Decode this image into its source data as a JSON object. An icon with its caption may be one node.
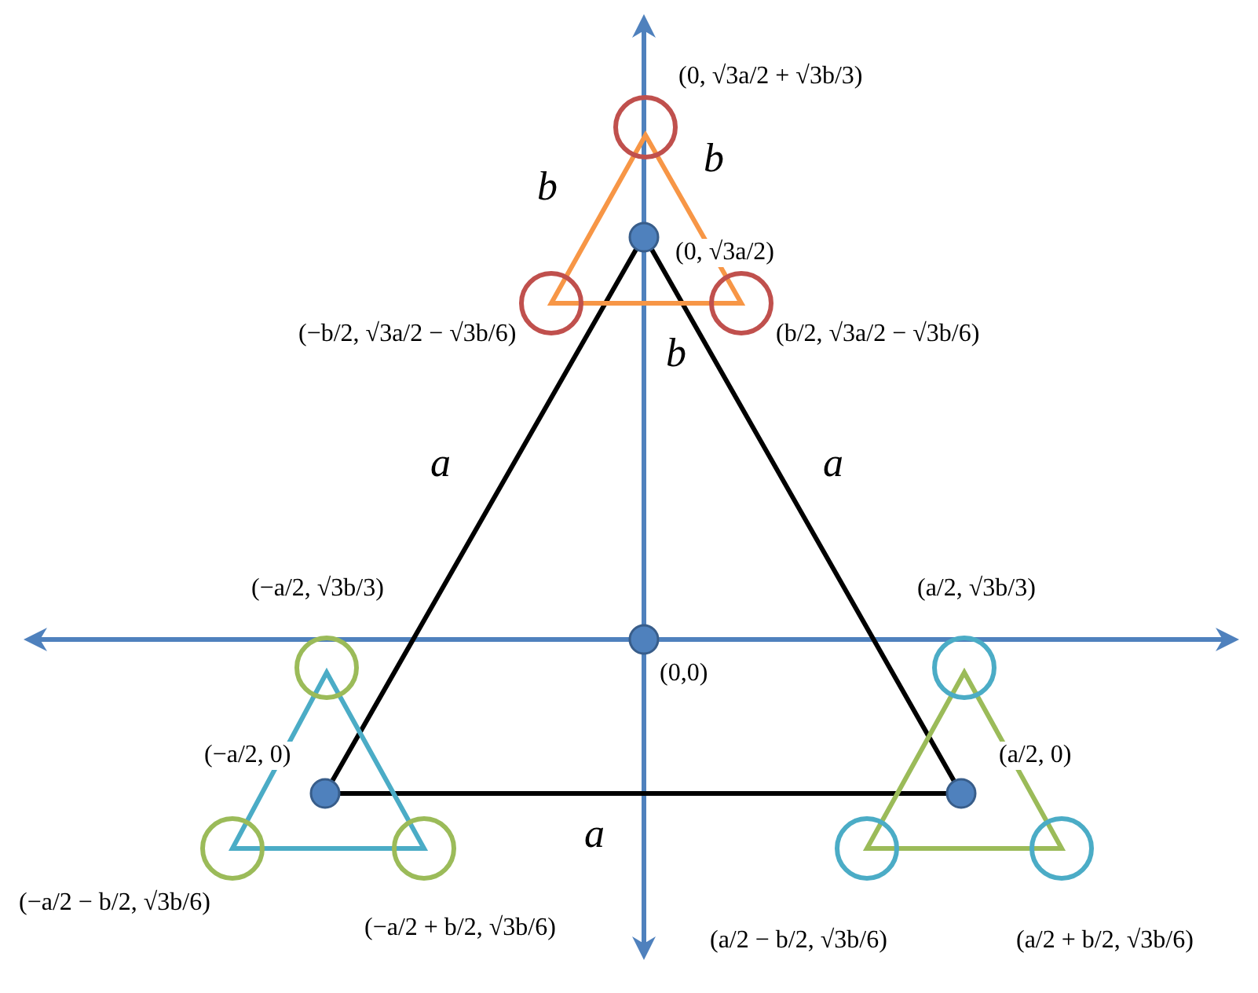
{
  "diagram": {
    "labels": [
      "(0, √3a/2 + √3b/3)",
      "b",
      "b",
      "(0, √3a/2)",
      "(−b/2, √3a/2 − √3b/6)",
      "(b/2, √3a/2 − √3b/6)",
      "b",
      "a",
      "a",
      "(−a/2, √3b/3)",
      "(a/2, √3b/3)",
      "(0,0)",
      "(−a/2, 0)",
      "(a/2, 0)",
      "a",
      "(−a/2 − b/2, √3b/6)",
      "(−a/2 + b/2, √3b/6)",
      "(a/2 − b/2, √3b/6)",
      "(a/2 + b/2, √3b/6)"
    ]
  }
}
